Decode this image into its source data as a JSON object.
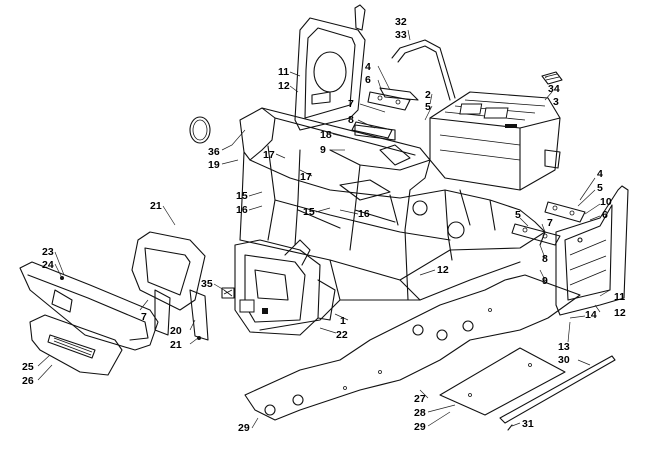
{
  "diagram": {
    "callouts": [
      {
        "id": "c32",
        "text": "32"
      },
      {
        "id": "c33",
        "text": "33"
      },
      {
        "id": "c34",
        "text": "34"
      },
      {
        "id": "c3",
        "text": "3"
      },
      {
        "id": "c4a",
        "text": "4"
      },
      {
        "id": "c6a",
        "text": "6"
      },
      {
        "id": "c2",
        "text": "2"
      },
      {
        "id": "c5a",
        "text": "5"
      },
      {
        "id": "c7a",
        "text": "7"
      },
      {
        "id": "c8a",
        "text": "8"
      },
      {
        "id": "c11a",
        "text": "11"
      },
      {
        "id": "c12a",
        "text": "12"
      },
      {
        "id": "c18",
        "text": "18"
      },
      {
        "id": "c9a",
        "text": "9"
      },
      {
        "id": "c36",
        "text": "36"
      },
      {
        "id": "c19",
        "text": "19"
      },
      {
        "id": "c17a",
        "text": "17"
      },
      {
        "id": "c17b",
        "text": "17"
      },
      {
        "id": "c15a",
        "text": "15"
      },
      {
        "id": "c16a",
        "text": "16"
      },
      {
        "id": "c15b",
        "text": "15"
      },
      {
        "id": "c16b",
        "text": "16"
      },
      {
        "id": "c21a",
        "text": "21"
      },
      {
        "id": "c23",
        "text": "23"
      },
      {
        "id": "c24",
        "text": "24"
      },
      {
        "id": "c35",
        "text": "35"
      },
      {
        "id": "c7b",
        "text": "7"
      },
      {
        "id": "c20",
        "text": "20"
      },
      {
        "id": "c21b",
        "text": "21"
      },
      {
        "id": "c1",
        "text": "1"
      },
      {
        "id": "c22",
        "text": "22"
      },
      {
        "id": "c12b",
        "text": "12"
      },
      {
        "id": "c25",
        "text": "25"
      },
      {
        "id": "c26",
        "text": "26"
      },
      {
        "id": "c4b",
        "text": "4"
      },
      {
        "id": "c5b",
        "text": "5"
      },
      {
        "id": "c10",
        "text": "10"
      },
      {
        "id": "c6b",
        "text": "6"
      },
      {
        "id": "c5c",
        "text": "5"
      },
      {
        "id": "c7c",
        "text": "7"
      },
      {
        "id": "c8b",
        "text": "8"
      },
      {
        "id": "c9b",
        "text": "9"
      },
      {
        "id": "c11b",
        "text": "11"
      },
      {
        "id": "c14",
        "text": "14"
      },
      {
        "id": "c12c",
        "text": "12"
      },
      {
        "id": "c13",
        "text": "13"
      },
      {
        "id": "c30",
        "text": "30"
      },
      {
        "id": "c27",
        "text": "27"
      },
      {
        "id": "c28",
        "text": "28"
      },
      {
        "id": "c29a",
        "text": "29"
      },
      {
        "id": "c29b",
        "text": "29"
      },
      {
        "id": "c31",
        "text": "31"
      }
    ]
  }
}
